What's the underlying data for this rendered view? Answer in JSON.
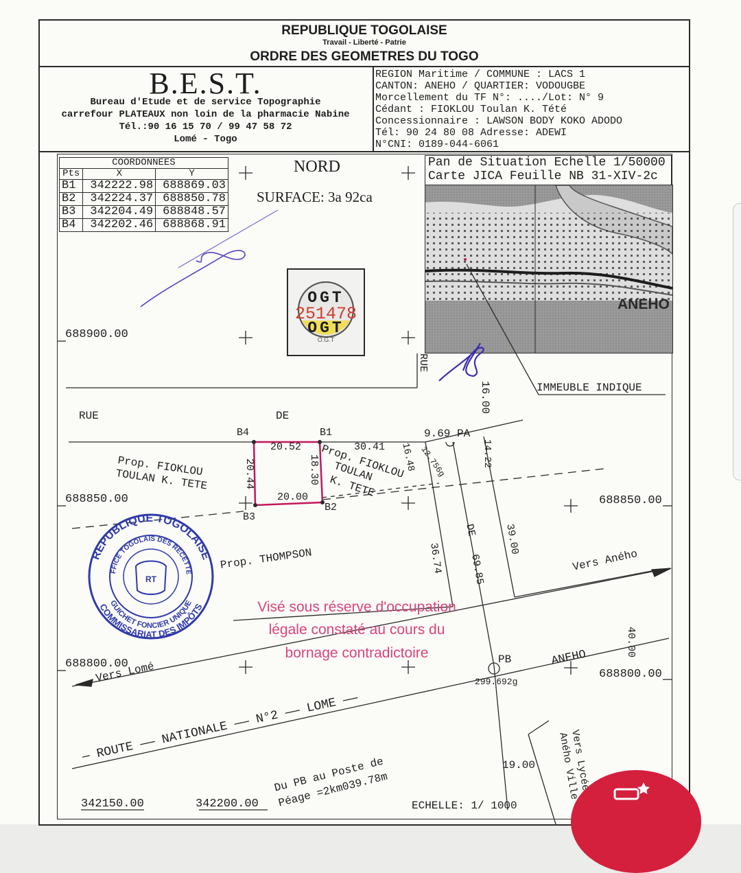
{
  "header": {
    "country": "REPUBLIQUE TOGOLAISE",
    "motto": "Travail - Liberté - Patrie",
    "order": "ORDRE DES GEOMETRES DU TOGO"
  },
  "firm": {
    "name": "B.E.S.T.",
    "line1": "Bureau d'Etude et de service Topographie",
    "line2": "carrefour PLATEAUX non loin de la pharmacie Nabine",
    "phone": "Tél.:90 16 15 70 / 99 47 58 72",
    "city": "Lomé - Togo"
  },
  "parcel_info": {
    "line1": "REGION  Maritime  / COMMUNE :  LACS 1",
    "line2": "CANTON: ANEHO          / QUARTIER: VODOUGBE",
    "line3": "Morcellement du TF N°: ..../Lot: N° 9",
    "line4": "Cédant :         FIOKLOU Toulan K. Tété",
    "line5": "Concessionnaire : LAWSON BODY KOKO ADODO",
    "line6": "Tél: 90 24 80 08          Adresse: ADEWI",
    "line7": "N°CNI: 0189-044-6061"
  },
  "coordinates": {
    "title": "COORDONNEES",
    "col_pts": "Pts",
    "col_x": "X",
    "col_y": "Y",
    "rows": [
      {
        "pt": "B1",
        "x": "342222.98",
        "y": "688869.03"
      },
      {
        "pt": "B2",
        "x": "342224.37",
        "y": "688850.78"
      },
      {
        "pt": "B3",
        "x": "342204.49",
        "y": "688848.57"
      },
      {
        "pt": "B4",
        "x": "342202.46",
        "y": "688868.91"
      }
    ]
  },
  "plan": {
    "north": "NORD",
    "surface": "SURFACE: 3a 92ca",
    "situation_line1": "Pan de Situation Echelle 1/50000",
    "situation_line2": "Carte JICA Feuille NB 31-XIV-2c",
    "map_town": "ANEHO",
    "immeuble": "IMMEUBLE INDIQUE",
    "ogt_top": "OGT",
    "ogt_number": "251478",
    "ogt_bottom": "OGT",
    "ogt_small": "O.G.T",
    "grid_y1": "688900.00",
    "grid_y2": "688850.00",
    "grid_y2_right": "688850.00",
    "grid_y3": "688800.00",
    "grid_y3_right": "688800.00",
    "grid_x1": "342150.00",
    "grid_x2": "342200.00",
    "rue": "RUE",
    "de": "DE",
    "rue_vertical": "RUE",
    "dim_16": "16.00",
    "b4": "B4",
    "b1": "B1",
    "b2": "B2",
    "b3": "B3",
    "d_2052": "20.52",
    "d_1830": "18.30",
    "d_2044": "20.44",
    "d_2000": "20.00",
    "d_3041": "30.41",
    "pa": "9.69 PA",
    "d_1648": "16.48",
    "d_12756": "12.756g",
    "d_1422": "14.22",
    "prop_fioklou_1": "Prop. FIOKLOU",
    "prop_fioklou_2": "TOULAN K. TETE",
    "prop_fioklou_b1": "Prop. FIOKLOU",
    "prop_fioklou_b2": "TOULAN",
    "prop_fioklou_b3": "K. TETE",
    "prop_thompson": "Prop. THOMPSON",
    "d_3674": "36.74",
    "de2": "DE",
    "d_6985": "69.85",
    "d_3900": "39.00",
    "vers_aneho": "Vers Aného",
    "pb": "PB",
    "pb_angle": "299.692g",
    "aneho_road": "ANEHO",
    "d_4000": "40.00",
    "vers_lome": "Vers Lomé",
    "route_nat": "— ROUTE —— NATIONALE —— N°2 —— LOME ——",
    "vers_lycee": "Vers Lycée",
    "aneho_ville": "Aného Ville",
    "d_1900": "19.00",
    "du_pb_1": "Du PB au Poste de",
    "du_pb_2": "Péage =2km039.78m",
    "echelle": "ECHELLE: 1/ 1000"
  },
  "stamp": {
    "ring_top": "REPUBLIQUE TOGOLAISE",
    "ring_mid": "OFFICE TOGOLAIS DES RECETTES",
    "ring_bottom": "GUICHET FONCIER UNIQUE",
    "ring_bottom2": "COMMISSARIAT DES IMPÔTS"
  },
  "visa": {
    "line1": "Visé sous réserve d'occupation",
    "line2": "légale constaté au cours du",
    "line3": "bornage contradictoire"
  },
  "colors": {
    "ink": "#1d1d1d",
    "stamp_blue": "#2f3aa8",
    "visa_pink": "#d8457a",
    "parcel_magenta": "#c2185b",
    "badge_red": "#d41f3d"
  }
}
